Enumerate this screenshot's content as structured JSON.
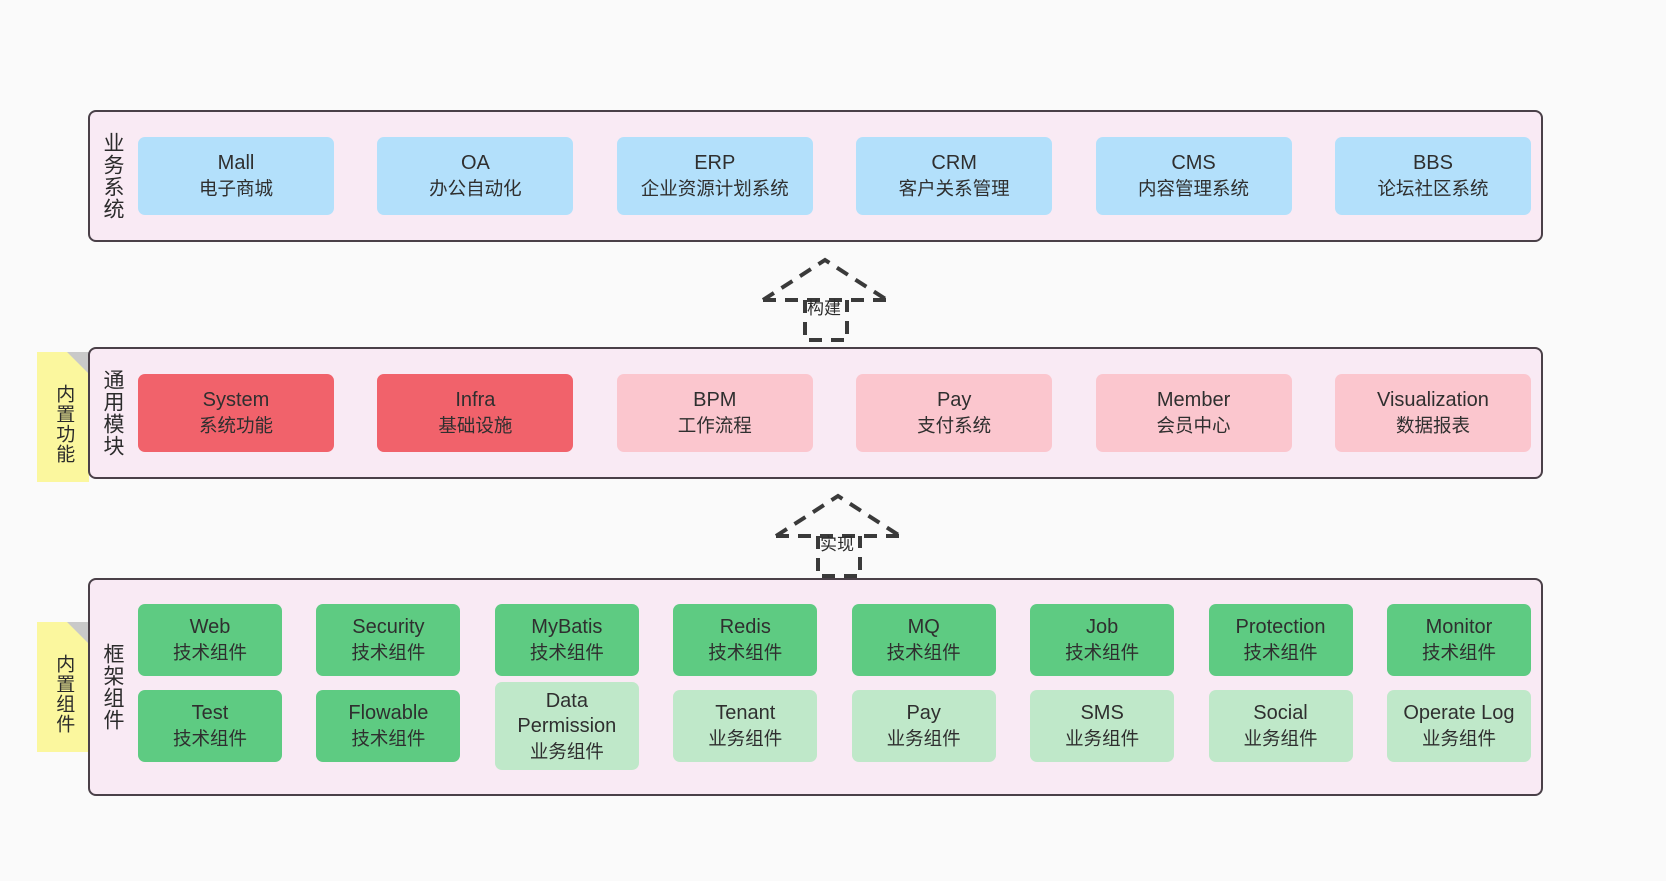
{
  "layers": [
    {
      "id": "business",
      "label": "业务系统",
      "nodes": [
        {
          "en": "Mall",
          "cn": "电子商城"
        },
        {
          "en": "OA",
          "cn": "办公自动化"
        },
        {
          "en": "ERP",
          "cn": "企业资源计划系统"
        },
        {
          "en": "CRM",
          "cn": "客户关系管理"
        },
        {
          "en": "CMS",
          "cn": "内容管理系统"
        },
        {
          "en": "BBS",
          "cn": "论坛社区系统"
        }
      ]
    },
    {
      "id": "common",
      "label": "通用模块",
      "note": "内置功能",
      "nodes": [
        {
          "en": "System",
          "cn": "系统功能",
          "style": "red"
        },
        {
          "en": "Infra",
          "cn": "基础设施",
          "style": "red"
        },
        {
          "en": "BPM",
          "cn": "工作流程",
          "style": "pink"
        },
        {
          "en": "Pay",
          "cn": "支付系统",
          "style": "pink"
        },
        {
          "en": "Member",
          "cn": "会员中心",
          "style": "pink"
        },
        {
          "en": "Visualization",
          "cn": "数据报表",
          "style": "pink"
        }
      ]
    },
    {
      "id": "framework",
      "label": "框架组件",
      "note": "内置组件",
      "row1": [
        {
          "en": "Web",
          "cn": "技术组件"
        },
        {
          "en": "Security",
          "cn": "技术组件"
        },
        {
          "en": "MyBatis",
          "cn": "技术组件"
        },
        {
          "en": "Redis",
          "cn": "技术组件"
        },
        {
          "en": "MQ",
          "cn": "技术组件"
        },
        {
          "en": "Job",
          "cn": "技术组件"
        },
        {
          "en": "Protection",
          "cn": "技术组件"
        },
        {
          "en": "Monitor",
          "cn": "技术组件"
        }
      ],
      "row2": [
        {
          "en": "Test",
          "cn": "技术组件",
          "style": "green"
        },
        {
          "en": "Flowable",
          "cn": "技术组件",
          "style": "green"
        },
        {
          "en": "Data Permission",
          "cn": "业务组件",
          "style": "lightgreen",
          "tall": true
        },
        {
          "en": "Tenant",
          "cn": "业务组件",
          "style": "lightgreen"
        },
        {
          "en": "Pay",
          "cn": "业务组件",
          "style": "lightgreen"
        },
        {
          "en": "SMS",
          "cn": "业务组件",
          "style": "lightgreen"
        },
        {
          "en": "Social",
          "cn": "业务组件",
          "style": "lightgreen"
        },
        {
          "en": "Operate Log",
          "cn": "业务组件",
          "style": "lightgreen"
        }
      ]
    }
  ],
  "connectors": [
    {
      "id": "build",
      "label": "构建"
    },
    {
      "id": "implement",
      "label": "实现"
    }
  ],
  "colors": {
    "panel_bg": "#f9eaf4",
    "panel_border": "#4a4048",
    "business_node": "#b3e0fb",
    "module_primary": "#f1626b",
    "module_secondary": "#fbc6ce",
    "component_tech": "#5ecb82",
    "component_business": "#bfe8c9",
    "note_bg": "#fbf79e",
    "note_fold": "#c9c9c9",
    "connector": "#3a3a3a"
  }
}
